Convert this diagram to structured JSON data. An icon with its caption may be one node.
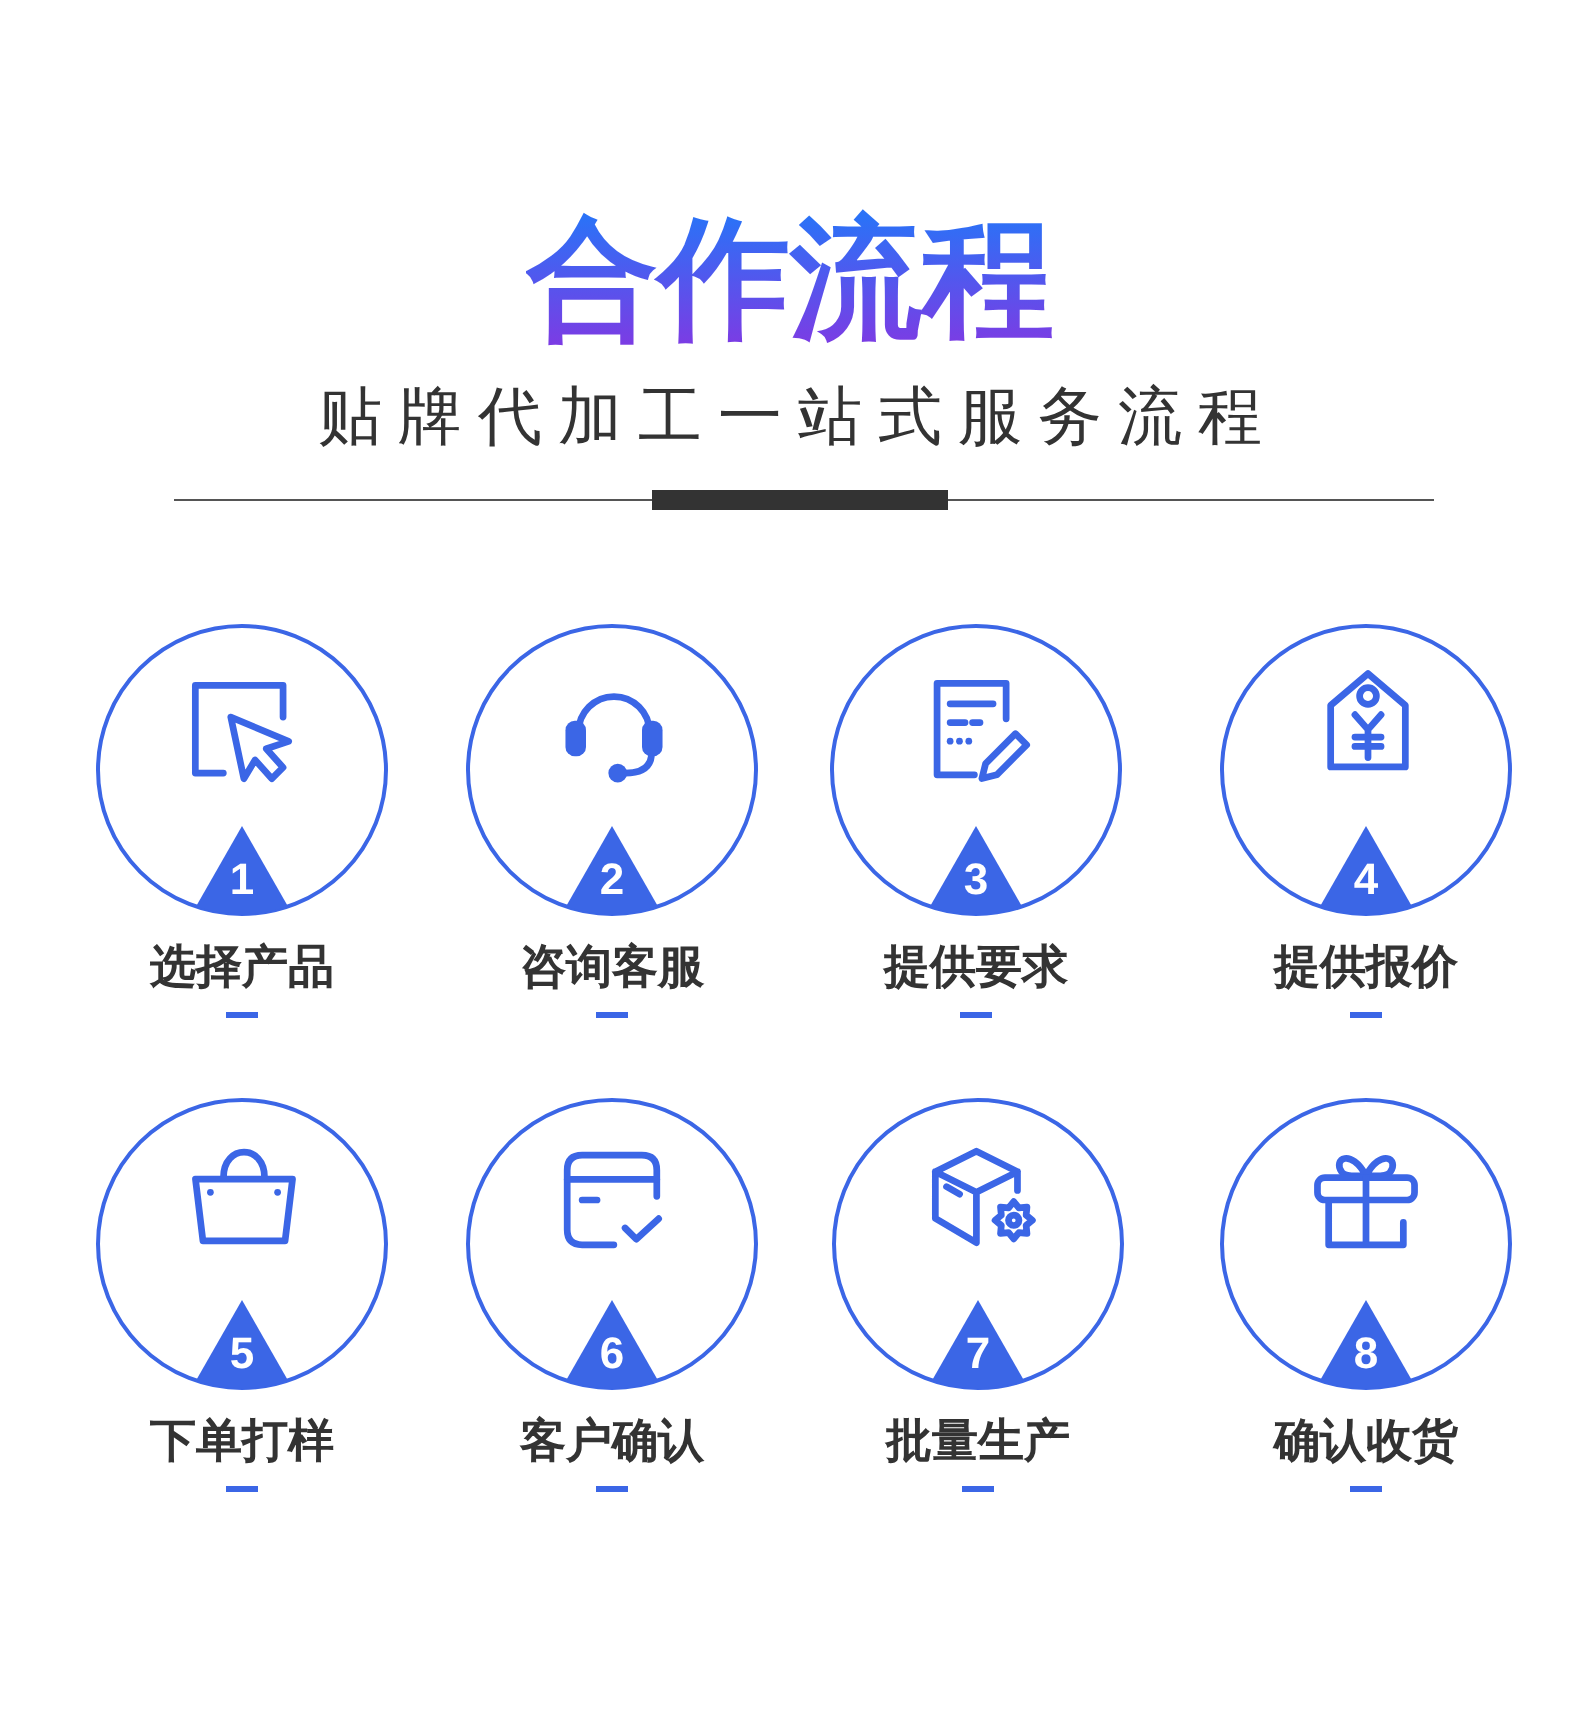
{
  "diagram": {
    "title": "合作流程",
    "nodes": [
      {
        "text": [
          "选择产品"
        ]
      },
      {
        "text": [
          "1"
        ],
        "in": 0
      },
      {
        "text": [
          "咨询客服"
        ]
      },
      {
        "text": [
          "2"
        ],
        "in": 2
      },
      {
        "text": [
          "提供要求"
        ]
      },
      {
        "text": [
          "3"
        ],
        "in": 4
      },
      {
        "text": [
          "提供报价"
        ]
      },
      {
        "text": [
          "4"
        ],
        "in": 6
      },
      {
        "text": [
          "下单打样"
        ]
      },
      {
        "text": [
          "5"
        ],
        "in": 8
      },
      {
        "text": [
          "客户确认"
        ]
      },
      {
        "text": [
          "6"
        ],
        "in": 10
      },
      {
        "text": [
          "批量生产"
        ]
      },
      {
        "text": [
          "7"
        ],
        "in": 12
      },
      {
        "text": [
          "确认收货"
        ]
      },
      {
        "text": [
          "8"
        ],
        "in": 14
      }
    ],
    "labels": [
      "贴牌代加工一站式服务流程"
    ]
  }
}
